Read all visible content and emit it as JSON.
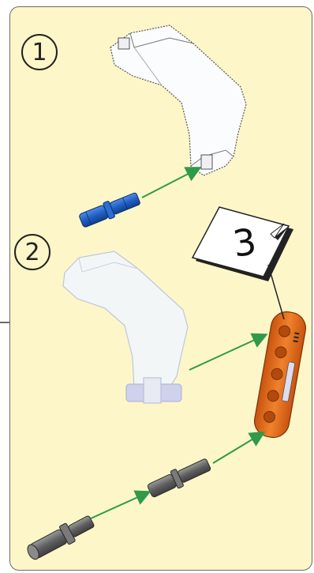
{
  "steps": [
    {
      "number": "1"
    },
    {
      "number": "2"
    }
  ],
  "submodel_callout": {
    "number": "3"
  },
  "colors": {
    "panel_bg": "#fdf6c8",
    "border": "#6b6b6b",
    "arrow": "#2e9a4a",
    "blue_pin": "#1f5fc4",
    "orange_beam": "#e56d1a",
    "gray_pin": "#6e6e6e",
    "trans_panel": "#f4f7fb"
  },
  "parts": [
    {
      "name": "windscreen-panel",
      "icon": "trans-clear-panel-icon"
    },
    {
      "name": "blue-axle-pin",
      "icon": "blue-pin-icon"
    },
    {
      "name": "orange-liftarm",
      "icon": "orange-beam-icon"
    },
    {
      "name": "gray-connector-pin",
      "icon": "gray-pin-icon"
    },
    {
      "name": "gray-friction-pin",
      "icon": "gray-pin-icon"
    }
  ]
}
